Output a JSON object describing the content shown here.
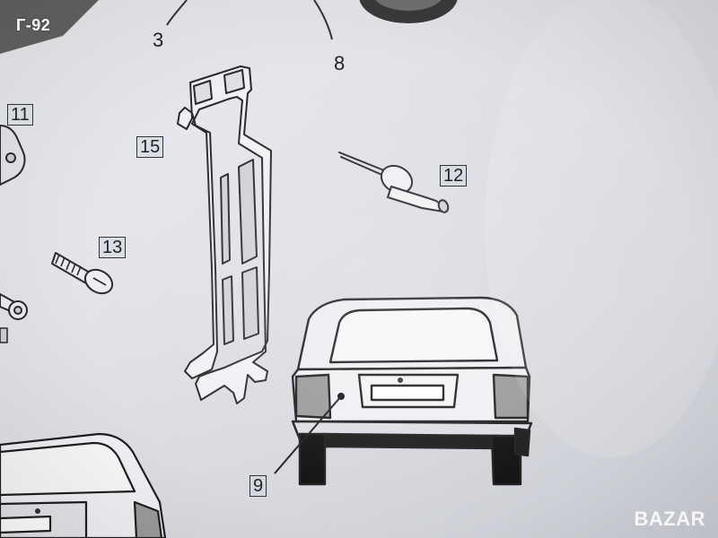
{
  "overlay": {
    "code": "Г-92"
  },
  "callouts": {
    "c3": "3",
    "c8": "8",
    "c11": "11",
    "c15": "15",
    "c12": "12",
    "c13": "13",
    "c9": "9"
  },
  "watermark": {
    "text": "BAZAR"
  },
  "colors": {
    "paper": "#d9dbe0",
    "ink": "#222222",
    "overlay_text": "#ffffff"
  },
  "icons": {
    "screw": "screw-icon",
    "rivet": "rivet-icon",
    "bracket": "bracket-icon",
    "car_rear": "car-rear-icon"
  }
}
